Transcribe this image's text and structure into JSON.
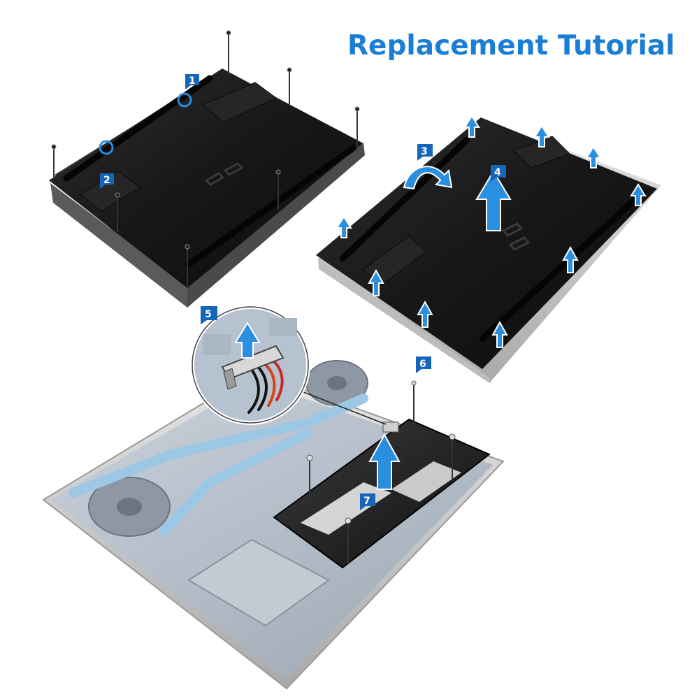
{
  "title": {
    "text": "Replacement Tutorial",
    "color": "#1a7fd4"
  },
  "colors": {
    "badge": "#1565b8",
    "arrow": "#2b8fe0",
    "panel": "#141414",
    "panel_light": "#2c2c2c",
    "silver": "#c8c8c8",
    "board": "#aeb9c6",
    "heatpipe": "#9cc8e6"
  },
  "steps": {
    "s1": "1",
    "s2": "2",
    "s3": "3",
    "s4": "4",
    "s5": "5",
    "s6": "6",
    "s7": "7"
  },
  "icons": {
    "screw": "screw-icon",
    "lift_arrow": "lift-arrow-icon",
    "rotate_arrow": "pry-arrow-icon",
    "circle_marker": "screw-marker-icon"
  }
}
